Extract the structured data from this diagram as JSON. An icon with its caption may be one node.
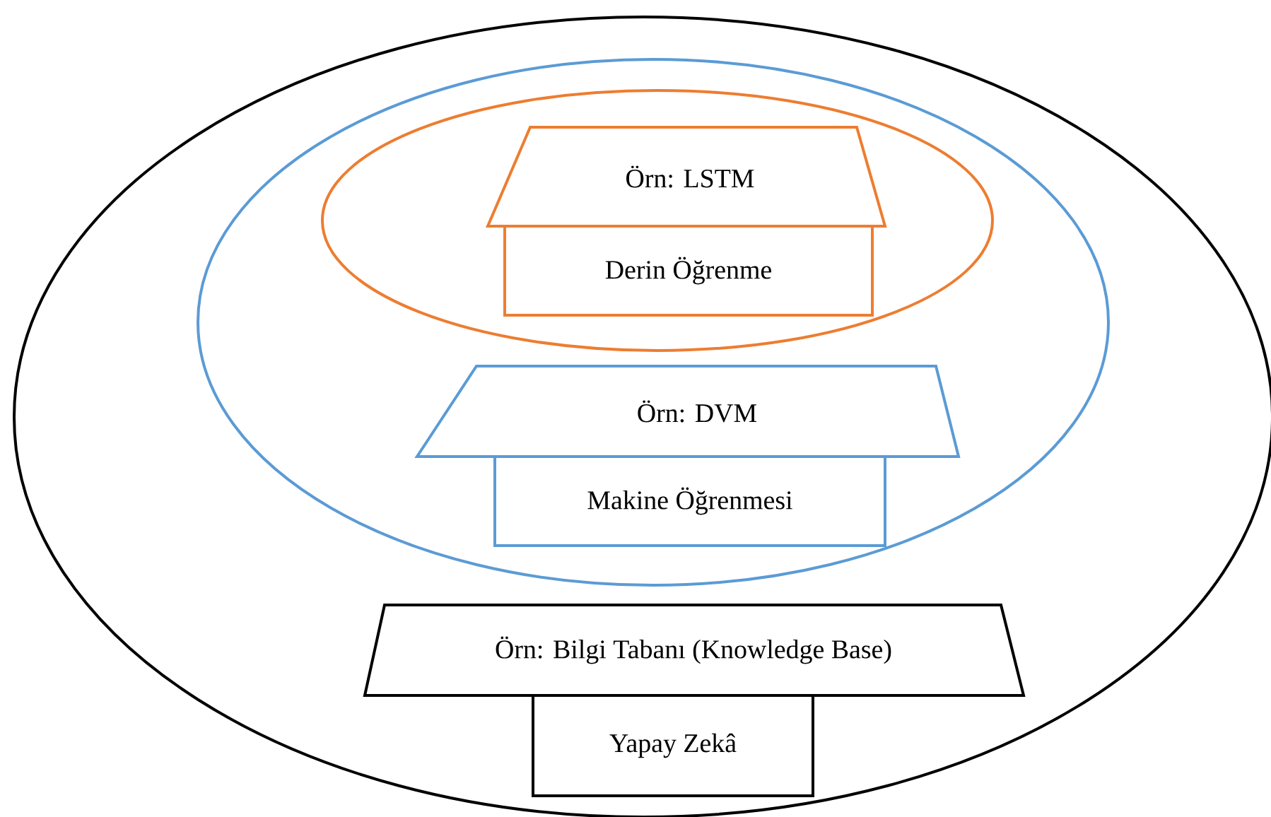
{
  "diagram": {
    "nodes": [
      {
        "text": [],
        "shape": "ellipse"
      },
      {
        "text": [],
        "shape": "ellipse",
        "in": 0
      },
      {
        "text": [],
        "shape": "ellipse",
        "in": 1
      },
      {
        "text": [
          "Örn: LSTM"
        ],
        "in": 2
      },
      {
        "text": [
          "Derin Öğrenme"
        ],
        "in": 2
      },
      {
        "text": [
          "Örn: DVM"
        ],
        "in": 1
      },
      {
        "text": [
          "Makine Öğrenmesi"
        ],
        "in": 1
      },
      {
        "text": [
          "Örn: Bilgi Tabanı (Knowledge Base)"
        ],
        "in": 0
      },
      {
        "text": [
          "Yapay Zekâ"
        ],
        "in": 0
      }
    ]
  }
}
